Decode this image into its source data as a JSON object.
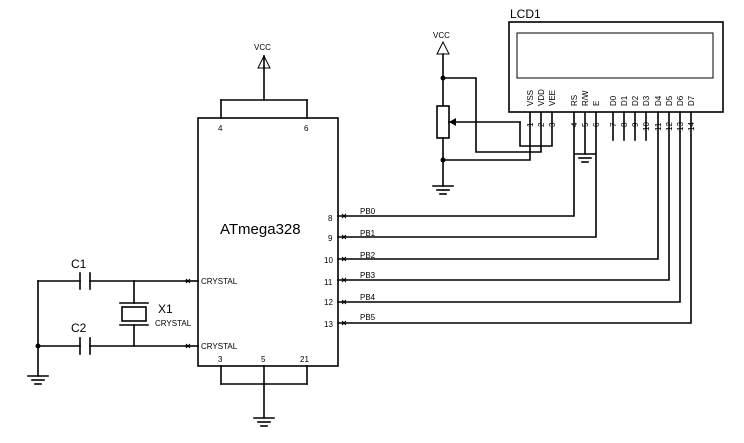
{
  "mcu": {
    "name": "ATmega328",
    "top_pins": [
      "4",
      "6"
    ],
    "bottom_pins": [
      "3",
      "5",
      "21"
    ],
    "right_pins": [
      {
        "num": "8",
        "net": "PB0"
      },
      {
        "num": "9",
        "net": "PB1"
      },
      {
        "num": "10",
        "net": "PB2"
      },
      {
        "num": "11",
        "net": "PB3"
      },
      {
        "num": "12",
        "net": "PB4"
      },
      {
        "num": "13",
        "net": "PB5"
      }
    ],
    "left_pins": [
      "CRYSTAL",
      "CRYSTAL"
    ]
  },
  "power": {
    "vcc_mcu": "VCC",
    "vcc_pot": "VCC"
  },
  "lcd": {
    "name": "LCD1",
    "pins": [
      {
        "name": "VSS",
        "num": "1"
      },
      {
        "name": "VDD",
        "num": "2"
      },
      {
        "name": "VEE",
        "num": "3"
      },
      {
        "name": "RS",
        "num": "4"
      },
      {
        "name": "R/W",
        "num": "5"
      },
      {
        "name": "E",
        "num": "6"
      },
      {
        "name": "D0",
        "num": "7"
      },
      {
        "name": "D1",
        "num": "8"
      },
      {
        "name": "D2",
        "num": "9"
      },
      {
        "name": "D3",
        "num": "10"
      },
      {
        "name": "D4",
        "num": "11"
      },
      {
        "name": "D5",
        "num": "12"
      },
      {
        "name": "D6",
        "num": "13"
      },
      {
        "name": "D7",
        "num": "14"
      }
    ]
  },
  "crystal": {
    "ref": "X1",
    "type": "CRYSTAL"
  },
  "capacitors": {
    "c1": "C1",
    "c2": "C2"
  }
}
